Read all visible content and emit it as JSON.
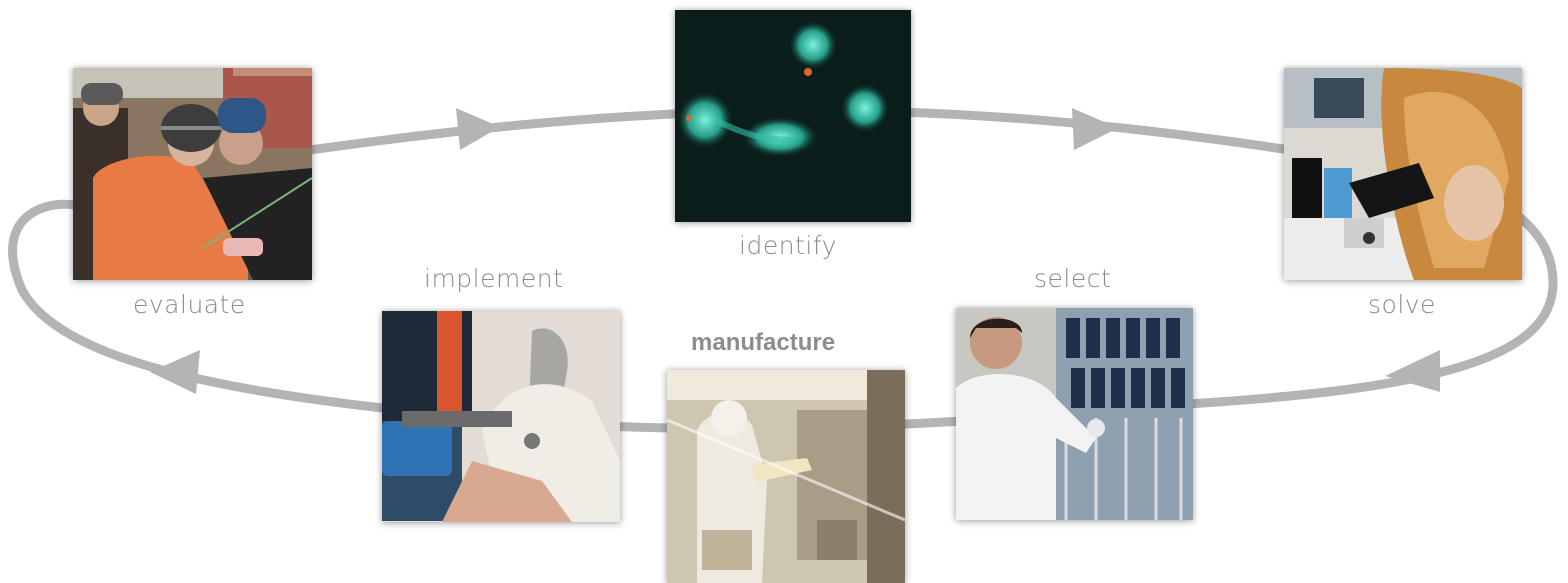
{
  "stages": {
    "identify": "identify",
    "solve": "solve",
    "select": "select",
    "manufacture": "manufacture",
    "implement": "implement",
    "evaluate": "evaluate"
  },
  "colors": {
    "cycle": "#b4b4b4",
    "label": "#8a8a8a",
    "background": "#ffffff"
  },
  "icons": {
    "evaluate": "field-workers-photo",
    "identify": "fluorescent-cells-photo",
    "solve": "microscope-researcher-photo",
    "select": "lab-technician-photo",
    "manufacture": "cleanroom-worker-photo",
    "implement": "fish-vaccination-photo"
  }
}
